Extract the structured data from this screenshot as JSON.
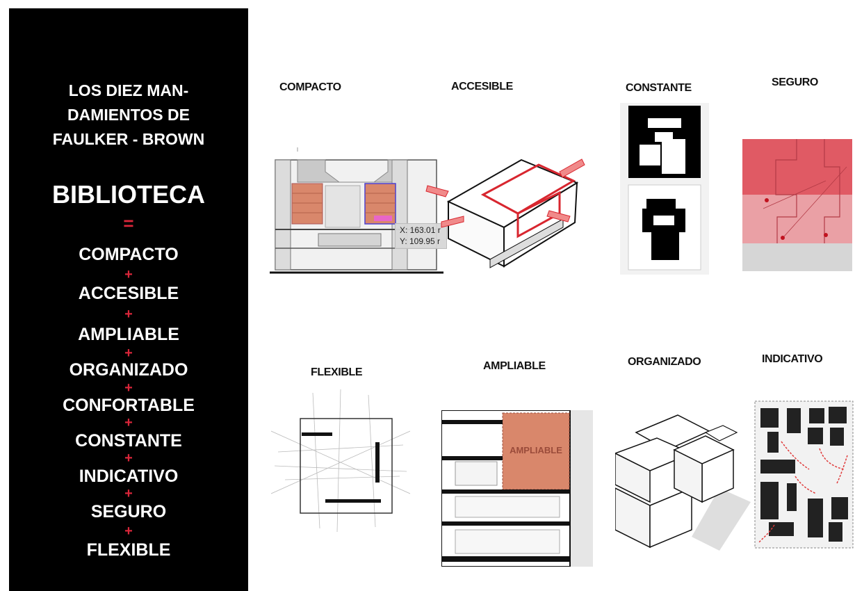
{
  "panel": {
    "title_lines": [
      "LOS DIEZ MAN-",
      "DAMIENTOS DE",
      "FAULKER - BROWN"
    ],
    "main_label": "BIBLIOTECA",
    "equals_sign": "=",
    "plus_sign": "+",
    "principles": [
      "COMPACTO",
      "ACCESIBLE",
      "AMPLIABLE",
      "ORGANIZADO",
      "CONFORTABLE",
      "CONSTANTE",
      "INDICATIVO",
      "SEGURO",
      "FLEXIBLE"
    ],
    "accent_color": "#d9263a"
  },
  "figures": {
    "compacto": "COMPACTO",
    "accesible": "ACCESIBLE",
    "constante": "CONSTANTE",
    "seguro": "SEGURO",
    "flexible": "FLEXIBLE",
    "ampliable": "AMPLIABLE",
    "organizado": "ORGANIZADO",
    "indicativo": "INDICATIVO"
  },
  "ampliable_overlay": "AMPLIABLE",
  "coordinates": {
    "x": "X: 163.01 r",
    "y": "Y: 109.95 r"
  },
  "colors": {
    "salmon": "#d9876b",
    "red": "#e03a3a",
    "pink": "#e8868f"
  }
}
